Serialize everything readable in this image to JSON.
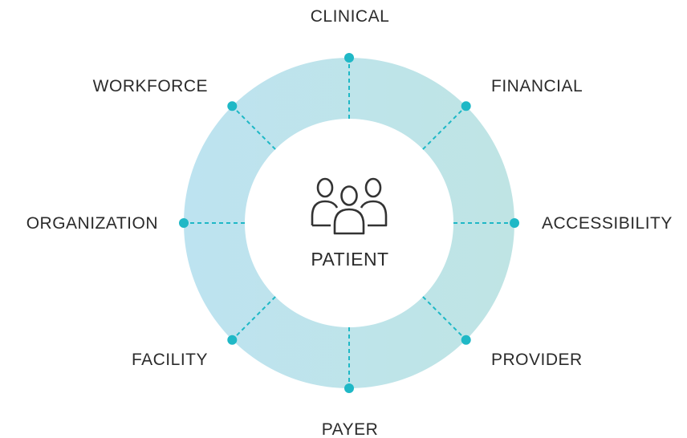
{
  "diagram": {
    "center_label": "PATIENT",
    "center_icon": "people-group-icon",
    "segments": [
      {
        "name": "clinical",
        "label": "CLINICAL"
      },
      {
        "name": "financial",
        "label": "FINANCIAL"
      },
      {
        "name": "accessibility",
        "label": "ACCESSIBILITY"
      },
      {
        "name": "provider",
        "label": "PROVIDER"
      },
      {
        "name": "payer",
        "label": "PAYER"
      },
      {
        "name": "facility",
        "label": "FACILITY"
      },
      {
        "name": "organization",
        "label": "ORGANIZATION"
      },
      {
        "name": "workforce",
        "label": "WORKFORCE"
      }
    ],
    "colors": {
      "ring_left": "#bde3f0",
      "ring_right": "#bfe4e4",
      "accent": "#1fb8c6",
      "text": "#2b2b2b",
      "background": "#ffffff"
    }
  }
}
